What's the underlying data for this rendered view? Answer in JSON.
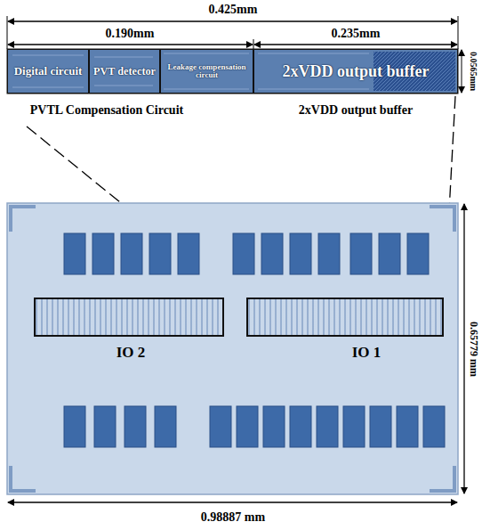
{
  "diagram": {
    "nodes": [
      {
        "text": [
          "Digital circuit"
        ]
      },
      {
        "text": [
          "PVT detector"
        ]
      },
      {
        "text": [
          "Leakage compensation circuit"
        ]
      },
      {
        "text": [
          "2xVDD output buffer"
        ]
      },
      {
        "text": [
          "IO 2"
        ]
      },
      {
        "text": [
          "IO 1"
        ]
      }
    ],
    "labels": [
      "0.425mm",
      "0.190mm",
      "0.235mm",
      "0.0565mm",
      "PVTL Compensation Circuit",
      "2xVDD output buffer",
      "0.65779 mm",
      "0.98887 mm"
    ]
  }
}
